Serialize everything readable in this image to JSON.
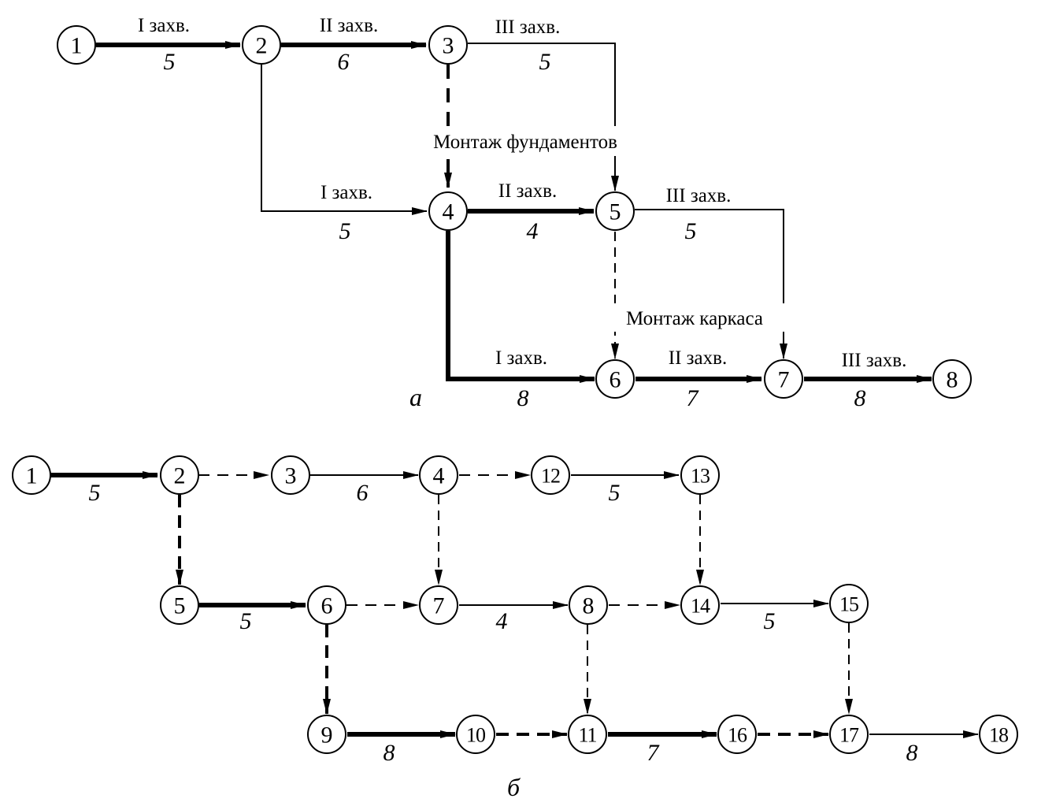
{
  "diagram_a": {
    "part_label": "а",
    "nodes": [
      "1",
      "2",
      "3",
      "4",
      "5",
      "6",
      "7",
      "8"
    ],
    "activity_labels": {
      "a12": "I захв.",
      "a23": "II захв.",
      "a35": "III захв.",
      "a24": "I захв.",
      "a45": "II захв.",
      "a57": "III захв.",
      "a46": "I захв.",
      "a67": "II захв.",
      "a78": "III захв."
    },
    "durations": {
      "a12": "5",
      "a23": "6",
      "a35": "5",
      "a24": "5",
      "a45": "4",
      "a57": "5",
      "a46": "8",
      "a67": "7",
      "a78": "8"
    },
    "captions": {
      "foundations": "Монтаж фундаментов",
      "frame": "Монтаж каркаса"
    }
  },
  "diagram_b": {
    "part_label": "б",
    "nodes": [
      "1",
      "2",
      "3",
      "4",
      "12",
      "13",
      "5",
      "6",
      "7",
      "8",
      "14",
      "15",
      "9",
      "10",
      "11",
      "16",
      "17",
      "18"
    ],
    "durations": {
      "b1_2": "5",
      "b3_4": "6",
      "b12_13": "5",
      "b5_6": "5",
      "b7_8": "4",
      "b14_15": "5",
      "b9_10": "8",
      "b11_16": "7",
      "b17_18": "8"
    }
  }
}
